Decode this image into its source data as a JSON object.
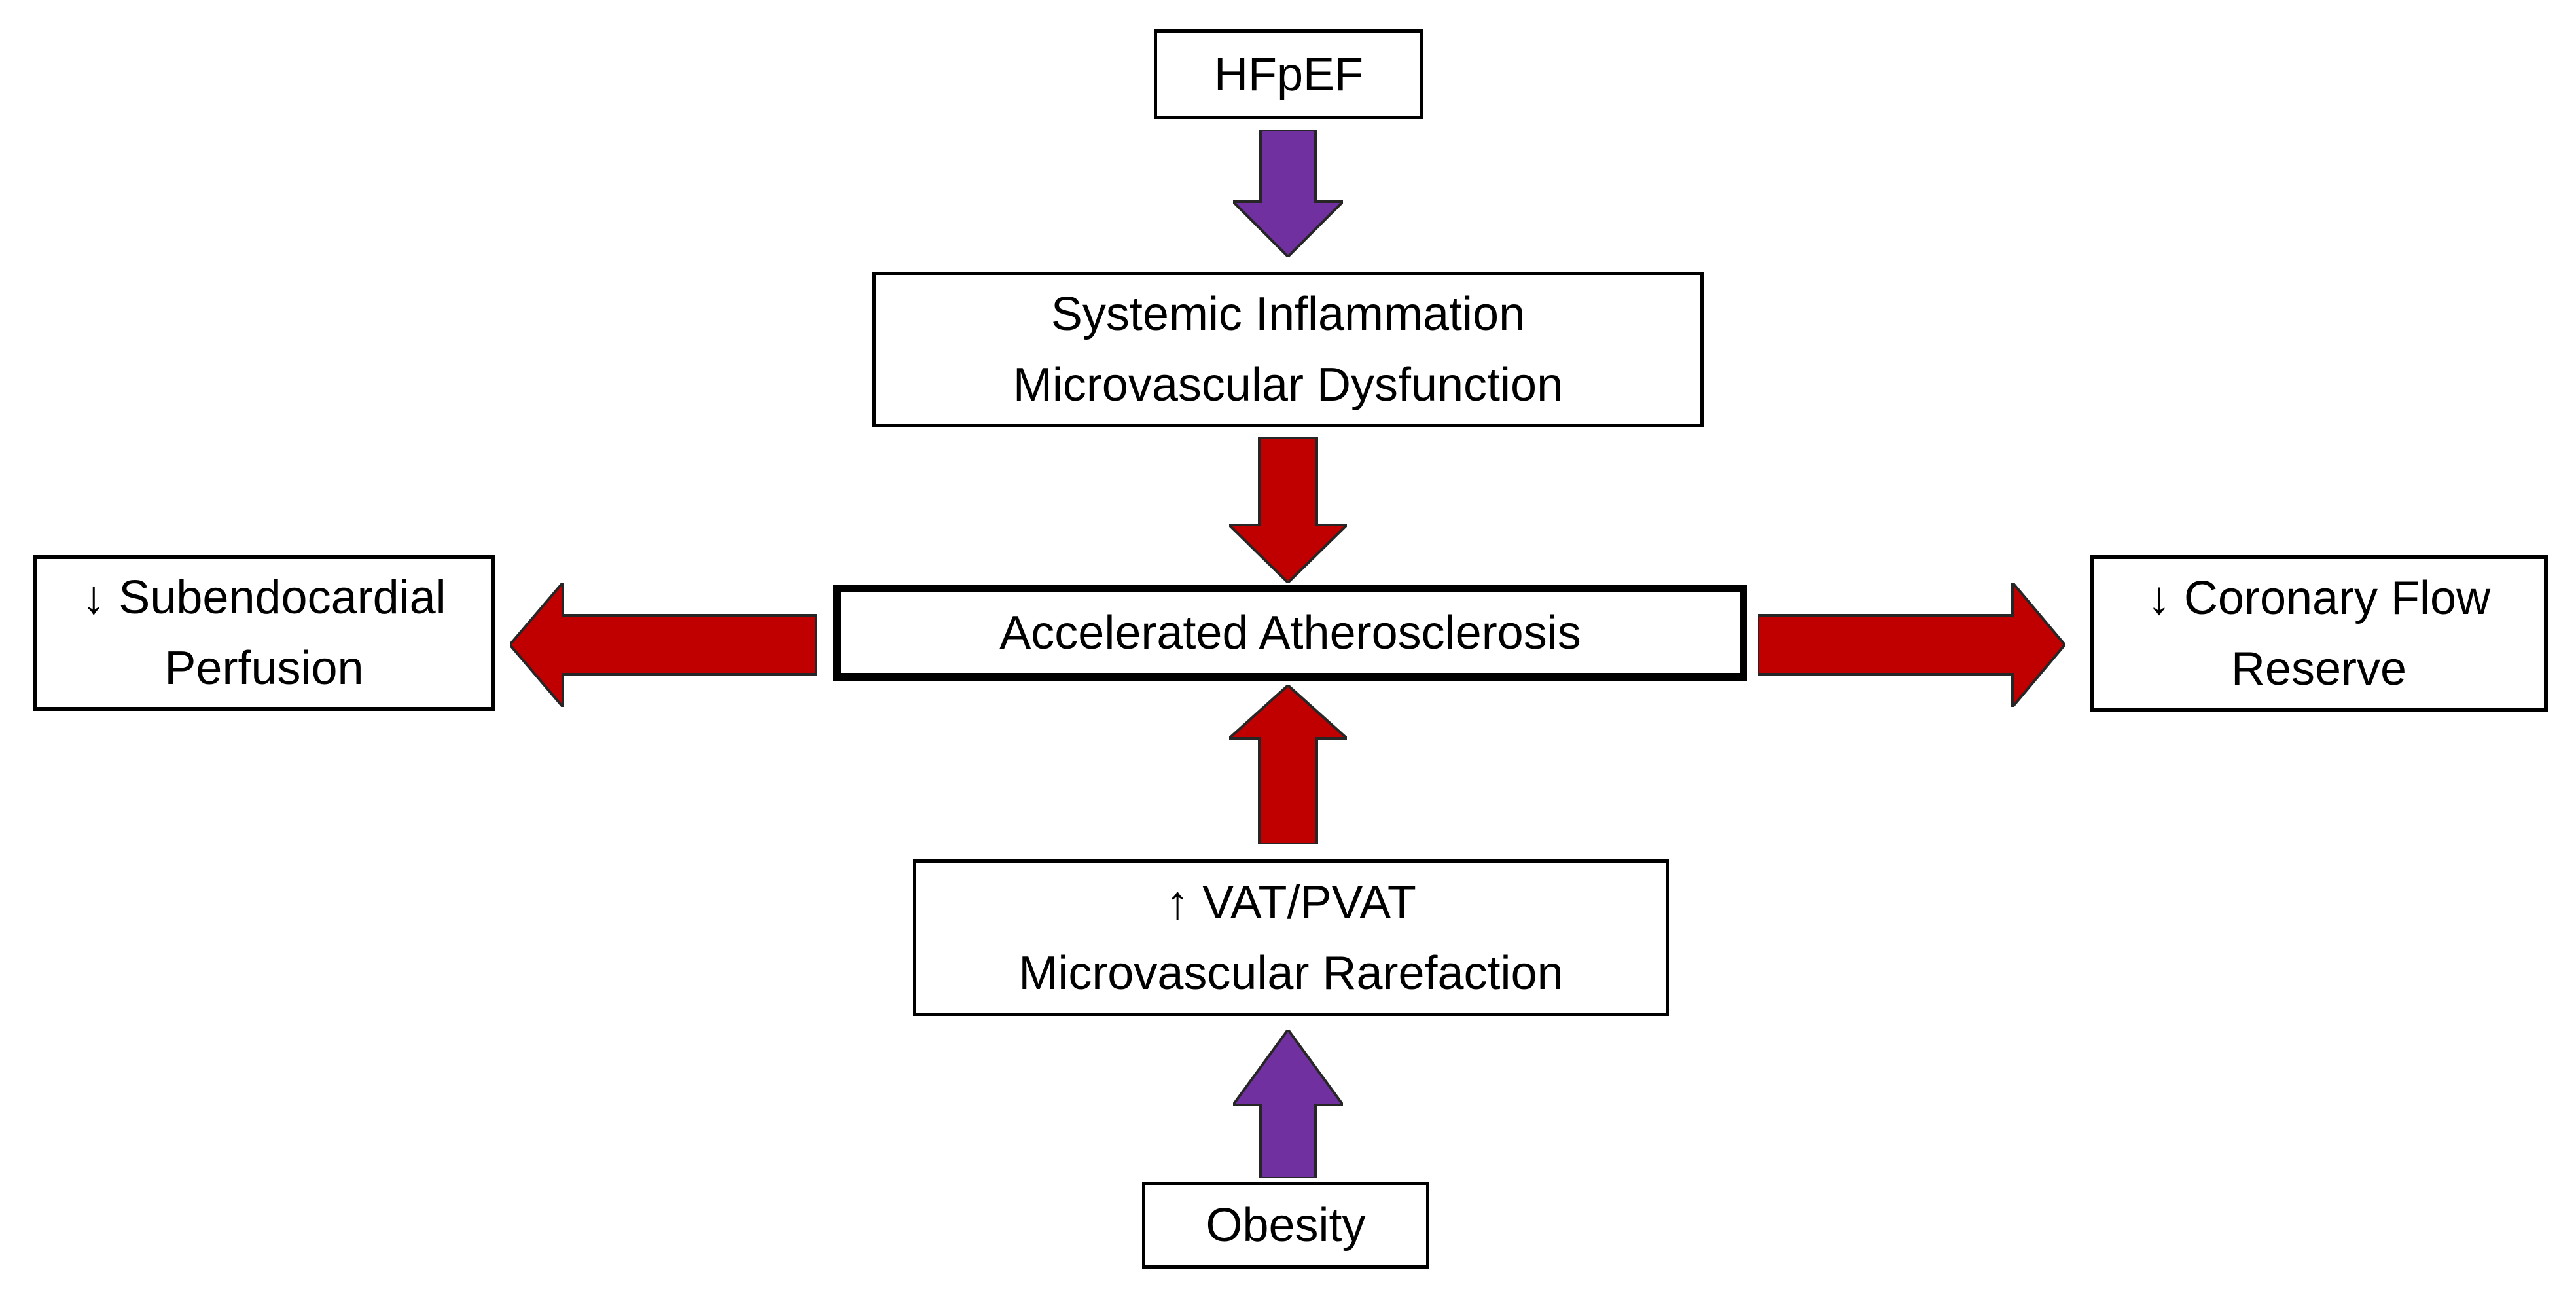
{
  "diagram": {
    "nodes": {
      "hfpef": {
        "label": "HFpEF"
      },
      "systemic": {
        "line1": "Systemic Inflammation",
        "line2": "Microvascular Dysfunction"
      },
      "accelerated": {
        "label": "Accelerated Atherosclerosis"
      },
      "subendocardial": {
        "line1": "↓ Subendocardial",
        "line2": "Perfusion"
      },
      "coronary": {
        "line1": "↓ Coronary Flow",
        "line2": "Reserve"
      },
      "vat": {
        "line1": "↑ VAT/PVAT",
        "line2": "Microvascular Rarefaction"
      },
      "obesity": {
        "label": "Obesity"
      }
    },
    "colors": {
      "arrow_red": "#c00000",
      "arrow_purple": "#7030a0",
      "arrow_outline": "#262626",
      "box_border": "#000000",
      "text": "#000000",
      "background": "#ffffff"
    }
  }
}
